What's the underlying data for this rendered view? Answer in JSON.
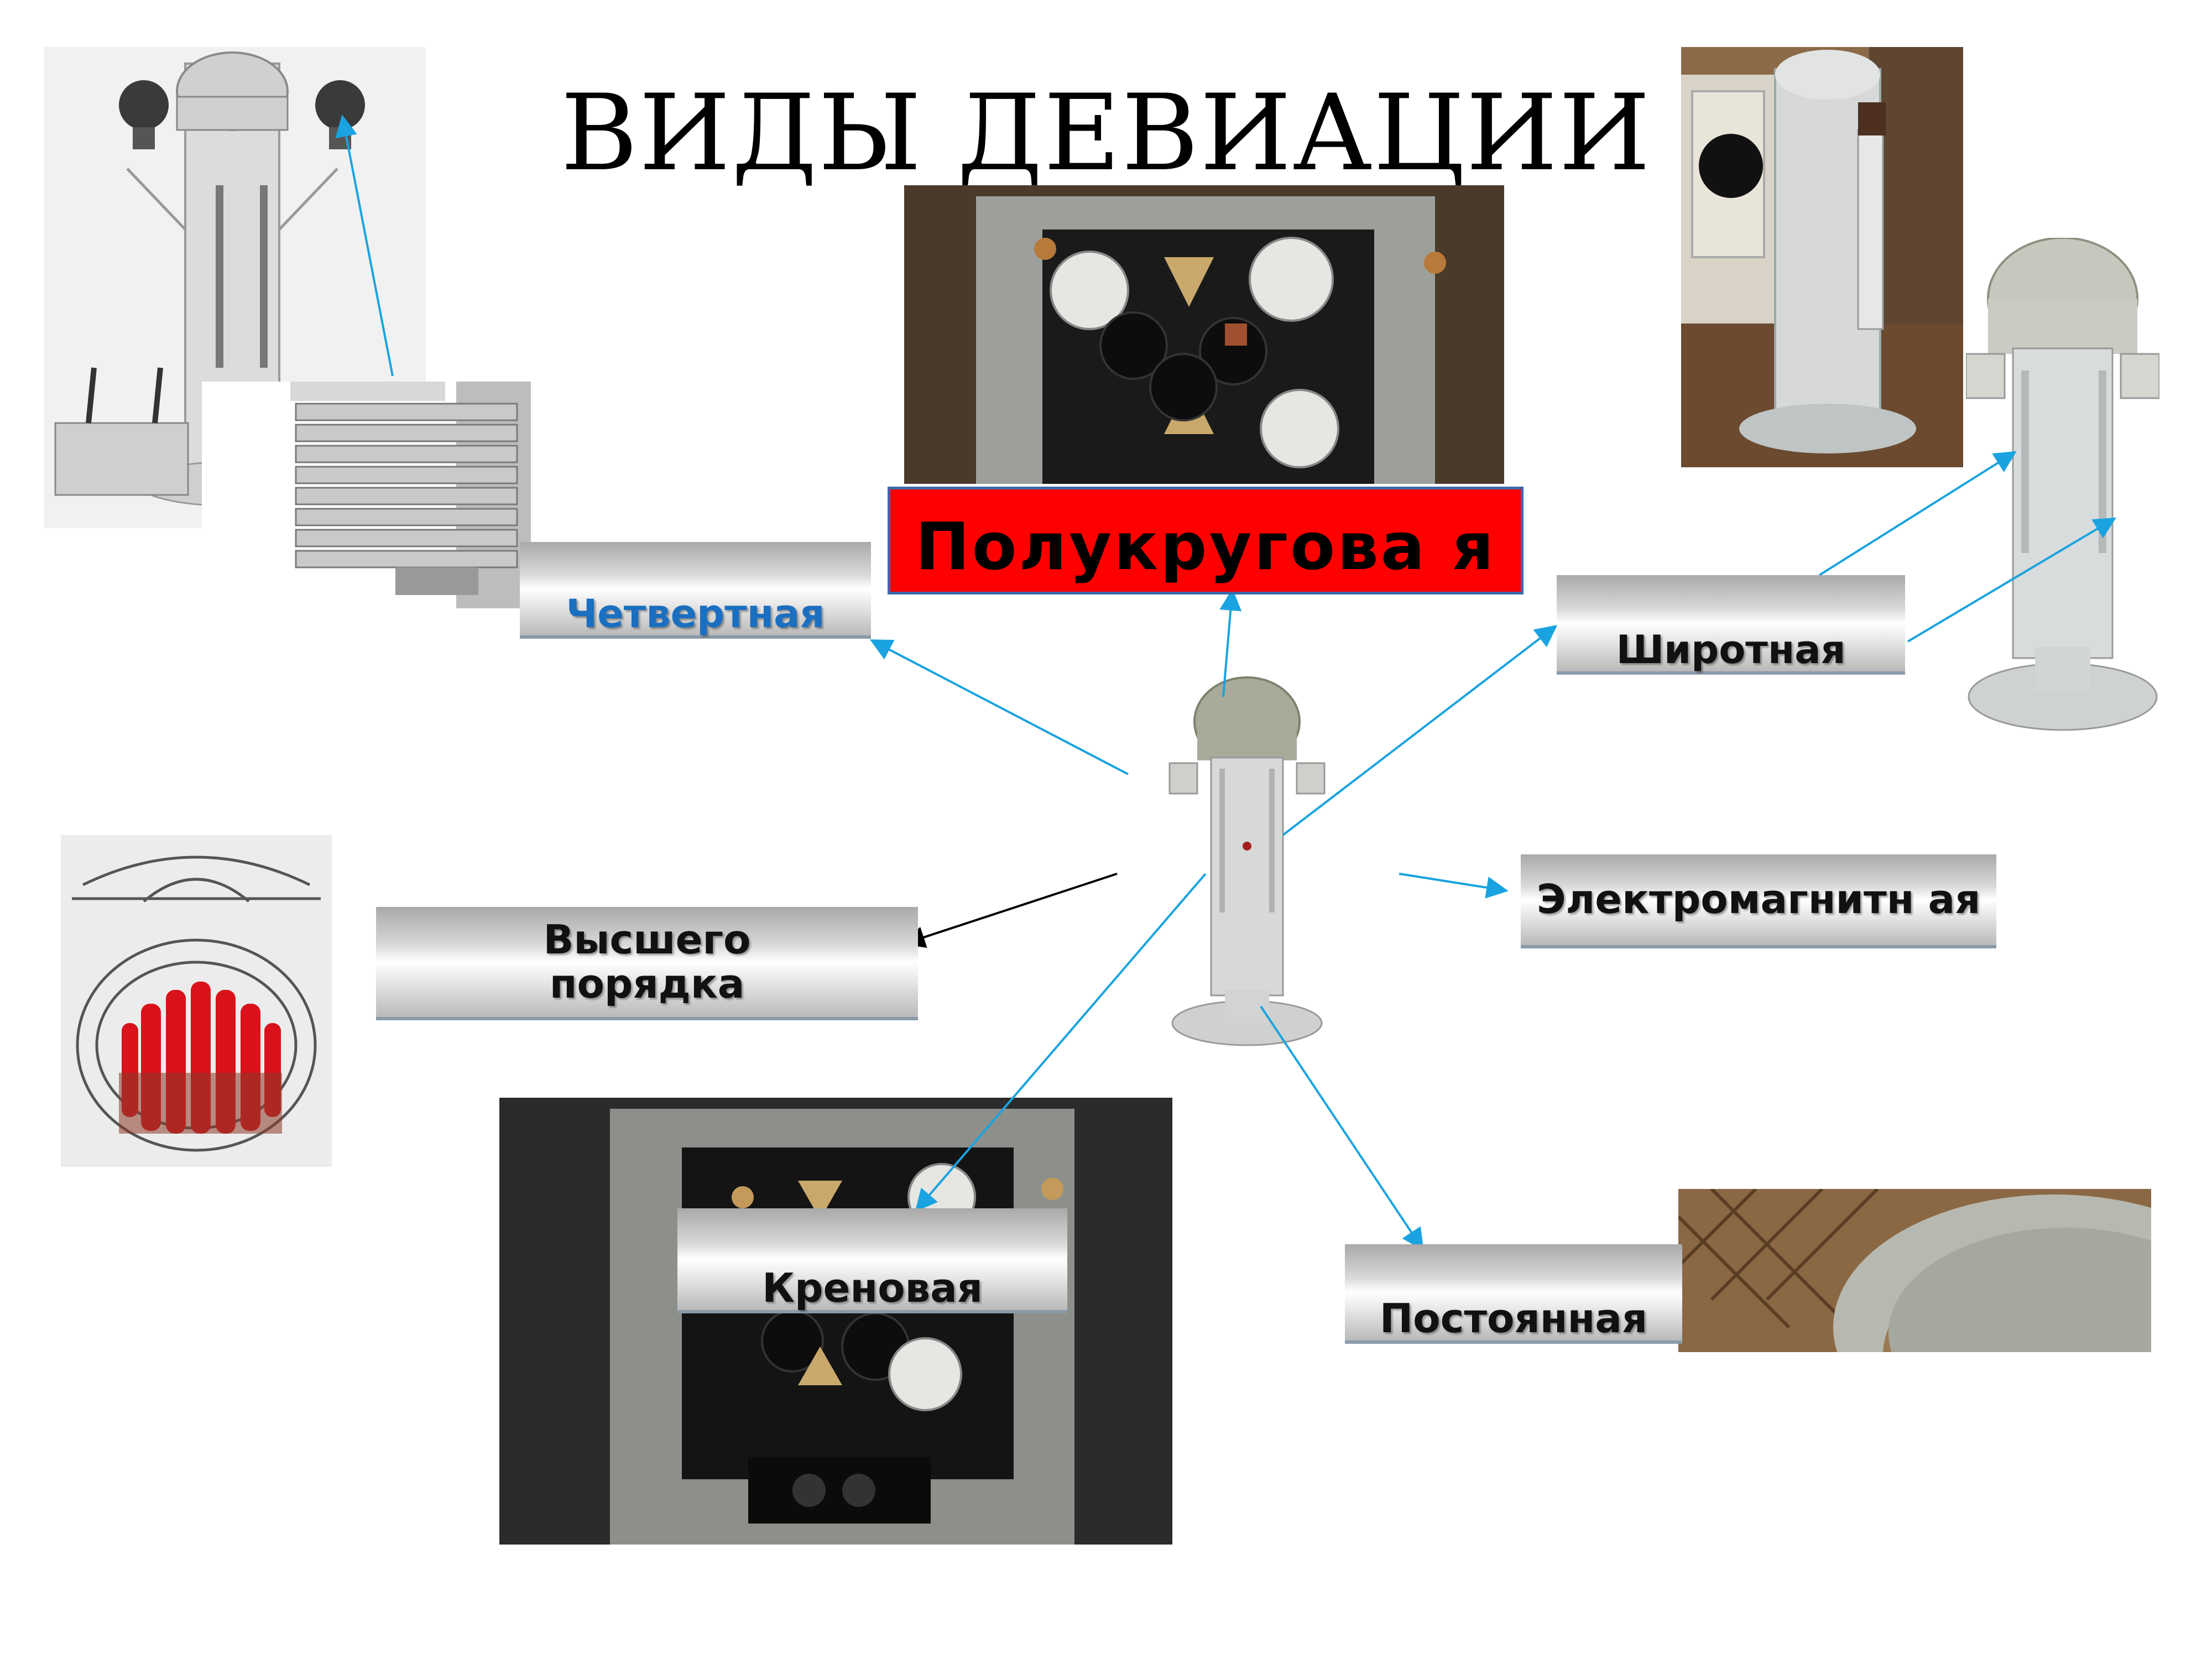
{
  "slide": {
    "title": "ВИДЫ ДЕВИАЦИИ"
  },
  "types": {
    "semicircular": "Полукругова я",
    "quadrantal": "Четвертная",
    "latitudinal": "Широтная",
    "electromagnetic": "Электромагнитн ая",
    "higher_order": "Высшего порядка",
    "heeling": "Креновая",
    "constant": "Постоянная"
  },
  "colors": {
    "arrow_blue": "#1aa3e0",
    "arrow_black": "#000000",
    "semicircular_fill": "#ff0000",
    "quadrantal_text": "#1a6fc0"
  }
}
